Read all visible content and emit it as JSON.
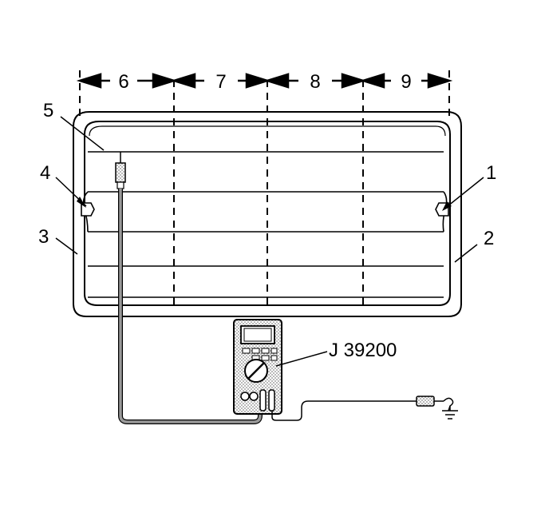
{
  "diagram": {
    "zones": [
      {
        "label": "6"
      },
      {
        "label": "7"
      },
      {
        "label": "8"
      },
      {
        "label": "9"
      }
    ],
    "callouts": {
      "c1": "1",
      "c2": "2",
      "c3": "3",
      "c4": "4",
      "c5": "5"
    },
    "meter": {
      "label": "J 39200"
    },
    "colors": {
      "line": "#000000",
      "background": "#ffffff",
      "stipple": "#9a9a9a"
    }
  }
}
